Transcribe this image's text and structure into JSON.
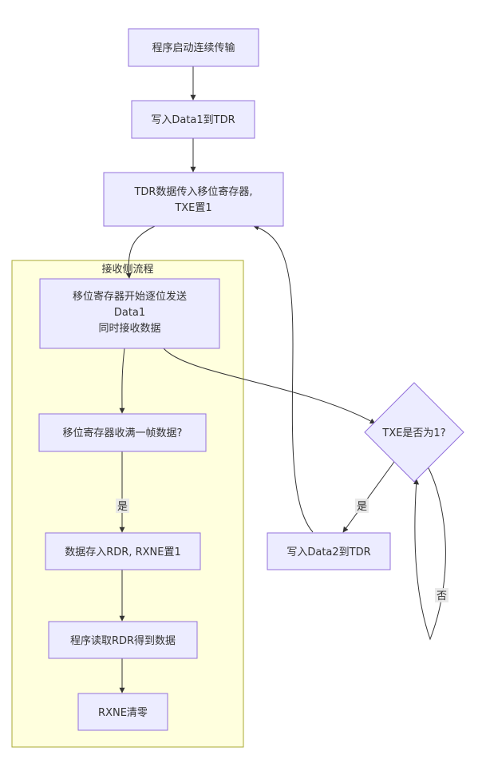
{
  "cluster": {
    "title": "接收侧流程"
  },
  "nodes": {
    "start": "程序启动连续传输",
    "write_data1": "写入Data1到TDR",
    "tdr_transfer_line1": "TDR数据传入移位寄存器,",
    "tdr_transfer_line2": "TXE置1",
    "shift_send_line1": "移位寄存器开始逐位发送",
    "shift_send_line2": "Data1",
    "shift_send_line3": "同时接收数据",
    "shift_full": "移位寄存器收满一帧数据?",
    "store_rdr": "数据存入RDR, RXNE置1",
    "read_rdr": "程序读取RDR得到数据",
    "rxne_clear": "RXNE清零",
    "txe_check": "TXE是否为1?",
    "write_data2": "写入Data2到TDR"
  },
  "edge_labels": {
    "yes_receive": "是",
    "yes_txe": "是",
    "no_txe": "否"
  },
  "colors": {
    "node_fill": "#ECECFF",
    "node_stroke": "#9370DB",
    "cluster_fill": "#ffffde",
    "cluster_stroke": "#aaaa33",
    "edge": "#333333",
    "text": "#333333"
  }
}
